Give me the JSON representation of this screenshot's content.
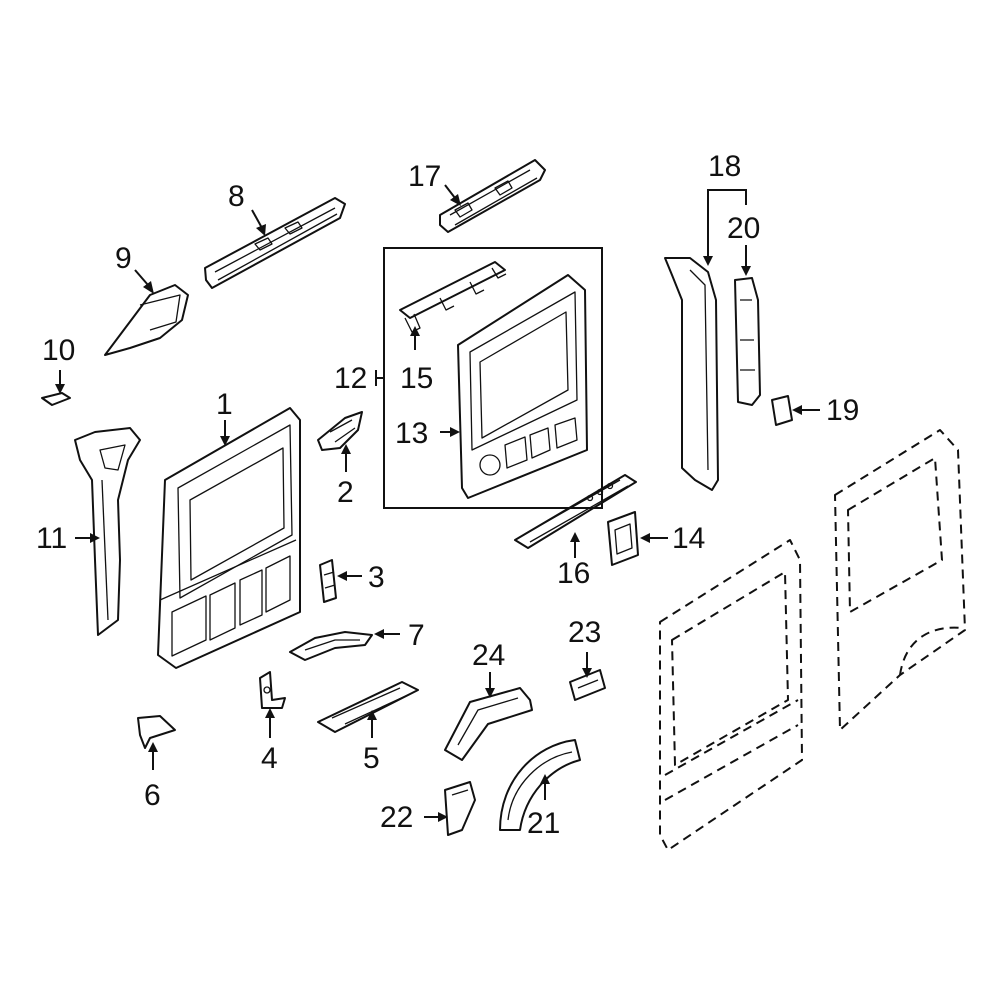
{
  "diagram": {
    "callouts": [
      {
        "id": "c1",
        "label": "1"
      },
      {
        "id": "c2",
        "label": "2"
      },
      {
        "id": "c3",
        "label": "3"
      },
      {
        "id": "c4",
        "label": "4"
      },
      {
        "id": "c5",
        "label": "5"
      },
      {
        "id": "c6",
        "label": "6"
      },
      {
        "id": "c7",
        "label": "7"
      },
      {
        "id": "c8",
        "label": "8"
      },
      {
        "id": "c9",
        "label": "9"
      },
      {
        "id": "c10",
        "label": "10"
      },
      {
        "id": "c11",
        "label": "11"
      },
      {
        "id": "c12",
        "label": "12"
      },
      {
        "id": "c13",
        "label": "13"
      },
      {
        "id": "c14",
        "label": "14"
      },
      {
        "id": "c15",
        "label": "15"
      },
      {
        "id": "c16",
        "label": "16"
      },
      {
        "id": "c17",
        "label": "17"
      },
      {
        "id": "c18",
        "label": "18"
      },
      {
        "id": "c19",
        "label": "19"
      },
      {
        "id": "c20",
        "label": "20"
      },
      {
        "id": "c21",
        "label": "21"
      },
      {
        "id": "c22",
        "label": "22"
      },
      {
        "id": "c23",
        "label": "23"
      },
      {
        "id": "c24",
        "label": "24"
      }
    ],
    "colors": {
      "ink": "#111111",
      "background": "#ffffff"
    }
  }
}
